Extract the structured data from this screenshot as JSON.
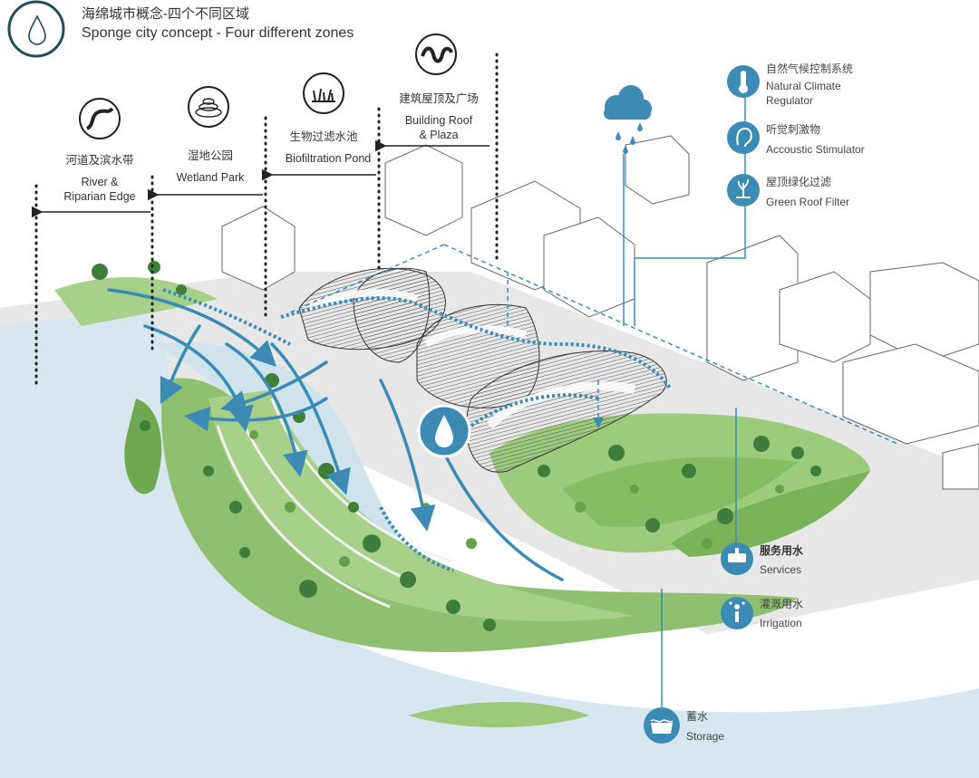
{
  "title": {
    "zh": "海绵城市概念-四个不同区域",
    "en": "Sponge city concept - Four different zones"
  },
  "zones": [
    {
      "zh": "河道及滨水带",
      "en_line1": "River &",
      "en_line2": "Riparian Edge",
      "icon": "river-icon"
    },
    {
      "zh": "湿地公园",
      "en_line1": "Wetland Park",
      "en_line2": "",
      "icon": "wetland-icon"
    },
    {
      "zh": "生物过滤水池",
      "en_line1": "Biofiltration Pond",
      "en_line2": "",
      "icon": "grass-icon"
    },
    {
      "zh": "建筑屋顶及广场",
      "en_line1": "Building Roof",
      "en_line2": "& Plaza",
      "icon": "wave-icon"
    }
  ],
  "functions": [
    {
      "zh": "自然气候控制系统",
      "en_line1": "Natural Climate",
      "en_line2": "Regulator",
      "icon": "thermometer-icon"
    },
    {
      "zh": "听觉刺激物",
      "en_line1": "Accoustic Stimulator",
      "en_line2": "",
      "icon": "ear-icon"
    },
    {
      "zh": "屋顶绿化过滤",
      "en_line1": "Green Roof Filter",
      "en_line2": "",
      "icon": "plant-icon"
    }
  ],
  "uses": [
    {
      "zh": "服务用水",
      "en": "Services",
      "icon": "sink-icon"
    },
    {
      "zh": "灌溉用水",
      "en": "Irrigation",
      "icon": "sprinkler-icon"
    },
    {
      "zh": "蓄水",
      "en": "Storage",
      "icon": "tank-icon"
    }
  ],
  "colors": {
    "accent_blue": "#3c8bb5",
    "light_green": "#9cc97a",
    "dark_green": "#3f7d3a",
    "water": "#d8e9f0",
    "road": "#e6e6e6"
  }
}
